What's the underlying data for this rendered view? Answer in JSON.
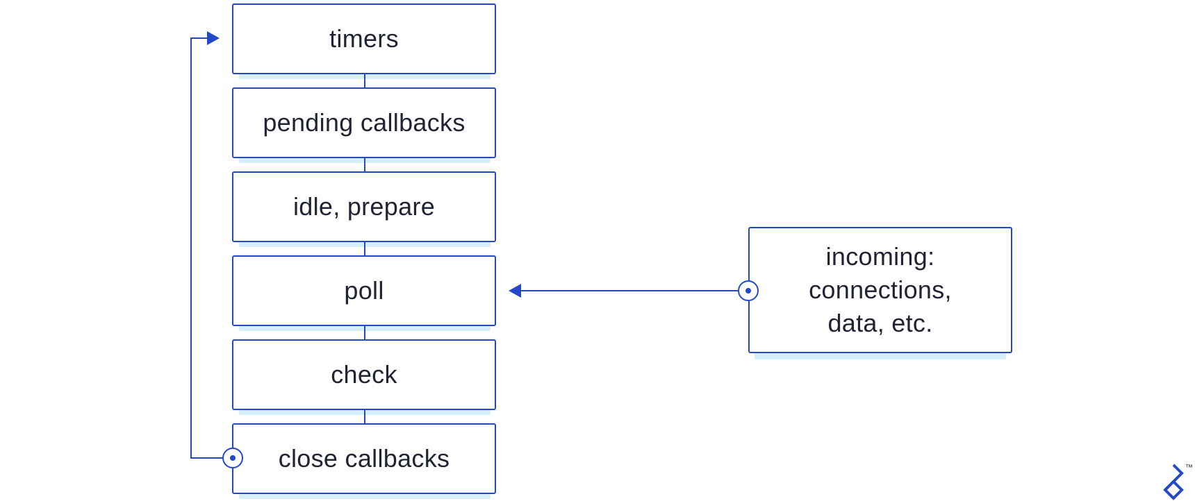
{
  "diagram": {
    "phases": [
      {
        "label": "timers"
      },
      {
        "label": "pending callbacks"
      },
      {
        "label": "idle, prepare"
      },
      {
        "label": "poll"
      },
      {
        "label": "check"
      },
      {
        "label": "close callbacks"
      }
    ],
    "incoming": {
      "lines": [
        "incoming:",
        "connections,",
        "data, etc."
      ]
    },
    "colors": {
      "stroke": "#2348c8",
      "shadow": "#d6effa",
      "text": "#1f2333"
    }
  },
  "branding": {
    "logo_icon": "toptal-logo-icon",
    "trademark": "™"
  }
}
